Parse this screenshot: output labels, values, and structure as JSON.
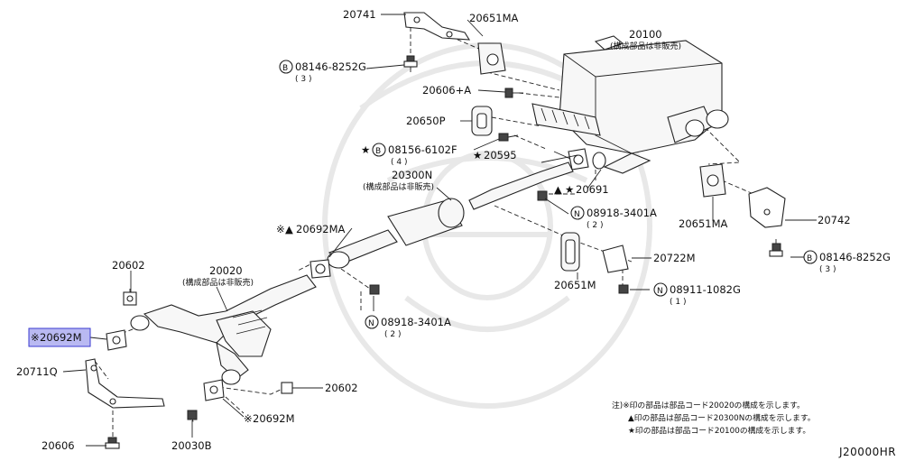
{
  "diagram": {
    "code": "J20000HR",
    "labels": {
      "p20741": "20741",
      "p20651MA_top": "20651MA",
      "p20100": "20100",
      "p20100_sub": "(構成部品は非販売)",
      "p08146_top": "08146-8252G",
      "p08146_top_qty": "( 3 )",
      "p20606A": "20606+A",
      "p20650P": "20650P",
      "p08156": "08156-6102F",
      "p08156_qty": "( 4 )",
      "p20595": "20595",
      "p20300N": "20300N",
      "p20300N_sub": "(構成部品は非販売)",
      "p20691": "20691",
      "p08918_top": "08918-3401A",
      "p08918_top_qty": "( 2 )",
      "p20651MA_right": "20651MA",
      "p20742": "20742",
      "p20692MA": "20692MA",
      "p08146_right": "08146-8252G",
      "p08146_right_qty": "( 3 )",
      "p20722M": "20722M",
      "p20602_left": "20602",
      "p20020": "20020",
      "p20020_sub": "(構成部品は非販売)",
      "p20651M": "20651M",
      "p08911": "08911-1082G",
      "p08911_qty": "( 1 )",
      "p08918_bot": "08918-3401A",
      "p08918_bot_qty": "( 2 )",
      "p20692M_hl": "20692M",
      "p20711Q": "20711Q",
      "p20602_bot": "20602",
      "p20692M_bot": "20692M",
      "p20606": "20606",
      "p20030B": "20030B"
    },
    "prefix": {
      "kome": "※",
      "tri": "▲",
      "star": "★",
      "b": "B",
      "n": "N"
    },
    "notes": [
      "注)※印の部品は部品コード20020の構成を示します。",
      "▲印の部品は部品コード20300Nの構成を示します。",
      "★印の部品は部品コード20100の構成を示します。"
    ],
    "highlight_color": "#b9b9f2"
  }
}
